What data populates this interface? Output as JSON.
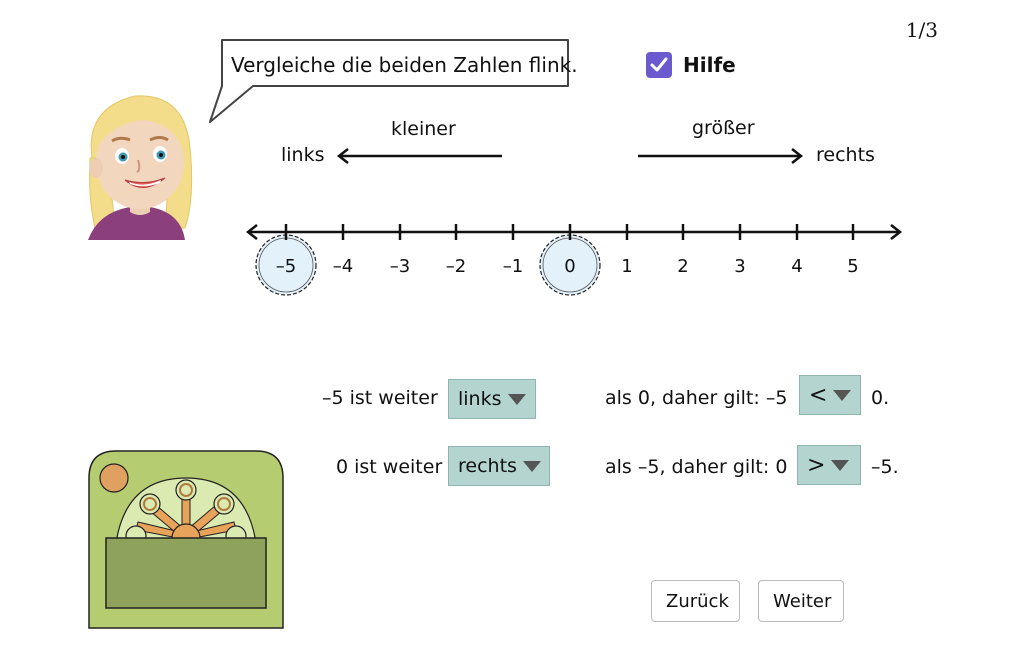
{
  "page_counter": "1/3",
  "speech_bubble": {
    "text": "Vergleiche die beiden Zahlen flink."
  },
  "help": {
    "label": "Hilfe",
    "checked": true,
    "accent": "#6a5acd"
  },
  "directions": {
    "left_word": "kleiner",
    "left_side": "links",
    "right_word": "größer",
    "right_side": "rechts"
  },
  "number_line": {
    "ticks": [
      "–5",
      "–4",
      "–3",
      "–2",
      "–1",
      "0",
      "1",
      "2",
      "3",
      "4",
      "5"
    ],
    "highlighted": [
      "–5",
      "0"
    ],
    "highlight_color": "#e3f1fb"
  },
  "rows": [
    {
      "prefix": "–5 ist weiter",
      "direction_value": "links",
      "middle": "als 0, daher gilt: –5",
      "symbol_value": "<",
      "suffix": "0."
    },
    {
      "prefix": "0 ist weiter",
      "direction_value": "rechts",
      "middle": "als –5, daher gilt: 0",
      "symbol_value": ">",
      "suffix": "–5."
    }
  ],
  "dropdown_color": "#b3d4cf",
  "buttons": {
    "back": "Zurück",
    "next": "Weiter"
  }
}
